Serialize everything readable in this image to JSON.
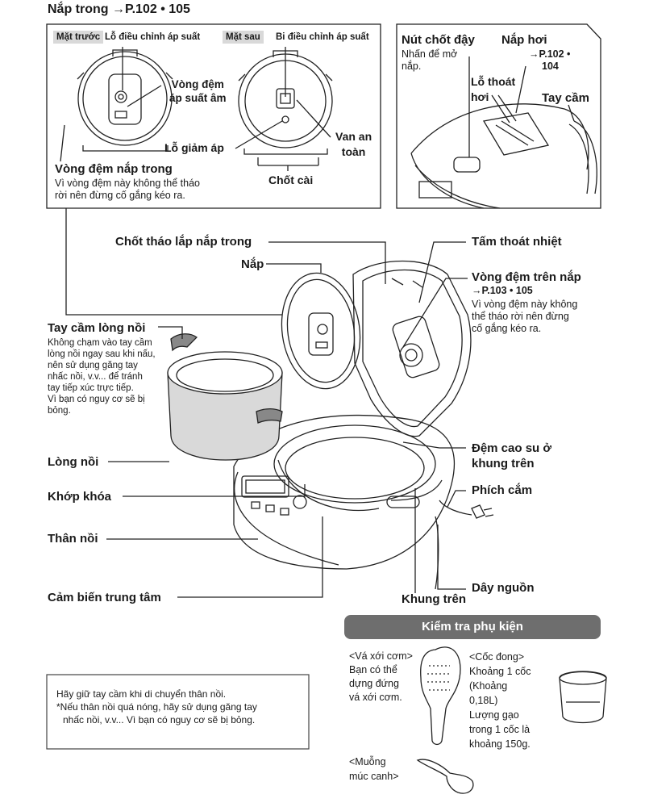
{
  "page_title": "Nắp trong →P.102 • 105",
  "inner_lid": {
    "front_tag": "Mặt trước",
    "back_tag": "Mặt sau",
    "pressure_adjust_hole": "Lỗ điều chỉnh áp suất",
    "pressure_adjust_ball": "Bi điều chỉnh áp suất",
    "pressure_seal_line1": "Vòng đệm",
    "pressure_seal_line2": "áp suất âm",
    "relief_hole": "Lỗ giảm áp",
    "safety_valve_line1": "Van an",
    "safety_valve_line2": "toàn",
    "latch": "Chốt cài",
    "gasket_title": "Vòng đệm nắp trong",
    "gasket_note_line1": "Vì vòng đệm này không thể tháo",
    "gasket_note_line2": "rời nên đừng cố gắng kéo ra."
  },
  "top_view": {
    "lock_button": "Nút chốt đậy",
    "lock_note_line1": "Nhấn để mở",
    "lock_note_line2": "nắp.",
    "steam_cap": "Nắp hơi",
    "steam_cap_ref_line1": "→P.102 •",
    "steam_cap_ref_line2": "104",
    "steam_vent_line1": "Lỗ thoát",
    "steam_vent_line2": "hơi",
    "handle": "Tay cầm"
  },
  "main": {
    "inner_lid_release": "Chốt tháo lắp nắp trong",
    "lid": "Nắp",
    "heat_plate": "Tấm thoát nhiệt",
    "top_gasket": "Vòng đệm trên nắp",
    "top_gasket_ref": "→P.103 • 105",
    "top_gasket_note_line1": "Vì vòng đệm này không",
    "top_gasket_note_line2": "thể tháo rời nên đừng",
    "top_gasket_note_line3": "cố gắng kéo ra.",
    "pot_handle": "Tay cầm lòng nồi",
    "pot_handle_note": [
      "Không chạm vào tay cầm",
      "lòng nồi ngay sau khi nấu,",
      "nên sử dụng găng tay",
      "nhấc nồi, v.v... để tránh",
      "tay tiếp xúc trực tiếp.",
      "Vì bạn có nguy cơ sẽ bị",
      "bỏng."
    ],
    "inner_pot": "Lòng nồi",
    "lock_joint": "Khớp khóa",
    "body": "Thân nồi",
    "center_sensor": "Cảm biến trung tâm",
    "frame_rubber_line1": "Đệm cao su ở",
    "frame_rubber_line2": "khung trên",
    "plug": "Phích cắm",
    "cord": "Dây nguồn",
    "upper_frame": "Khung trên"
  },
  "carry_note": {
    "line1": "Hãy giữ tay cầm khi di chuyển thân nồi.",
    "line2": "*Nếu thân nồi quá nóng, hãy sử dụng găng tay",
    "line3": "nhấc nồi, v.v... Vì bạn có nguy cơ sẽ bị bỏng."
  },
  "accessories": {
    "header": "Kiểm tra phụ kiện",
    "paddle_title": "<Vá xới cơm>",
    "paddle_note": [
      "Bạn có thể",
      "dựng đứng",
      "vá xới cơm."
    ],
    "cup_title": "<Cốc đong>",
    "cup_note": [
      "Khoảng 1 cốc",
      "(Khoảng",
      "0,18L)",
      "Lượng gạo",
      "trong 1 cốc là",
      "khoảng 150g."
    ],
    "ladle_title_line1": "<Muỗng",
    "ladle_title_line2": "múc canh>"
  },
  "colors": {
    "line": "#222222",
    "pot_fill": "#d9d9d9",
    "header_bg": "#6e6e6e"
  }
}
